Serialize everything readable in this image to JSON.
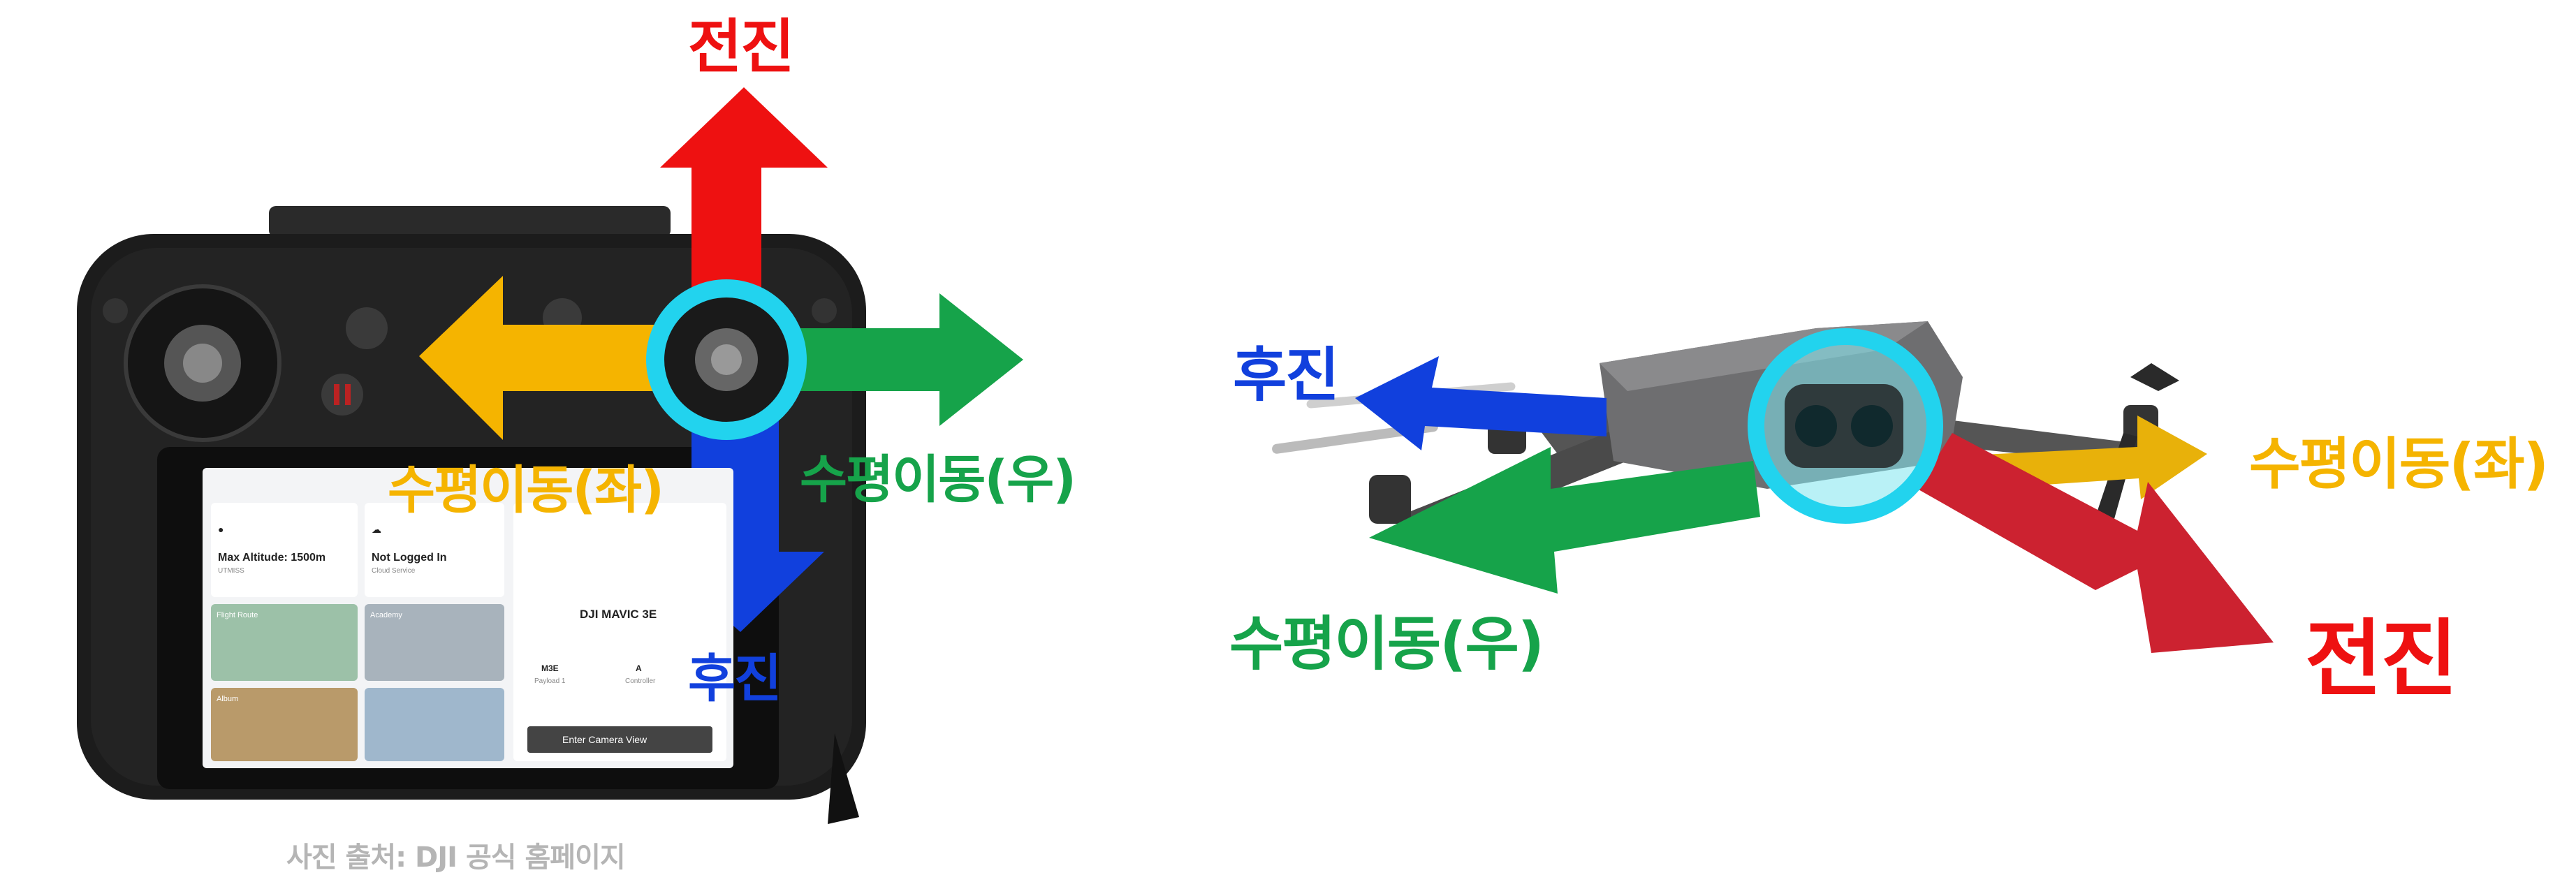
{
  "left_diagram": {
    "labels": {
      "forward": "전진",
      "backward": "후진",
      "lateral_left": "수평이동(좌)",
      "lateral_right": "수평이동(우)"
    },
    "screen": {
      "max_altitude": "Max Altitude: 1500m",
      "utmiss": "UTMISS",
      "not_logged_in": "Not Logged In",
      "cloud_service": "Cloud Service",
      "flight_route": "Flight Route",
      "academy": "Academy",
      "album": "Album",
      "drone_model": "DJI MAVIC 3E",
      "payload_value": "M3E",
      "payload_label": "Payload 1",
      "controller_value": "A",
      "controller_label": "Controller",
      "camera_button": "Enter Camera View"
    },
    "caption": "사진 출처: DJI 공식 홈페이지"
  },
  "right_diagram": {
    "labels": {
      "forward": "전진",
      "backward": "후진",
      "lateral_left": "수평이동(좌)",
      "lateral_right": "수평이동(우)"
    }
  },
  "colors": {
    "forward": "#ee1111",
    "backward": "#1140dd",
    "lateral_right": "#16a34a",
    "lateral_left": "#f5b400",
    "focus_ring": "#22d3ee"
  }
}
